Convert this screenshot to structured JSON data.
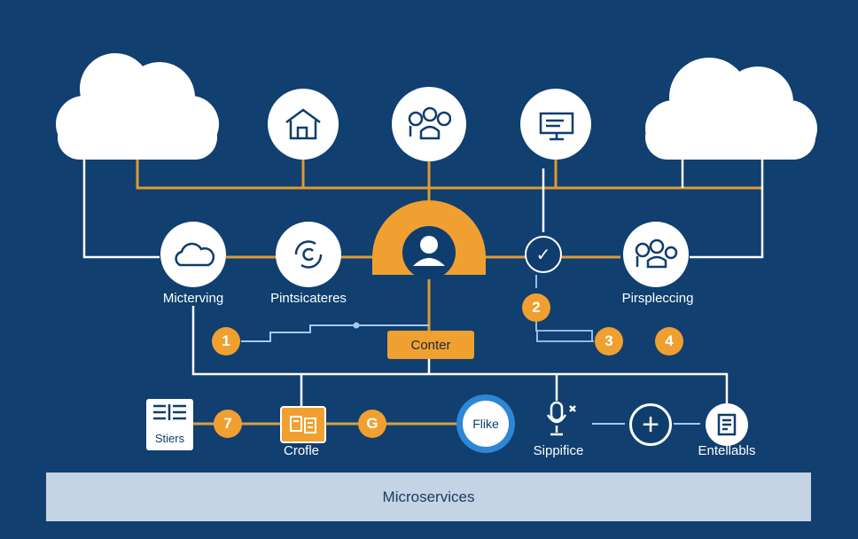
{
  "labels": {
    "micterving": "Micterving",
    "pintsicateres": "Pintsicateres",
    "pirspleccing": "Pirspleccing",
    "conter": "Conter",
    "stiers": "Stiers",
    "crofle": "Crofle",
    "flike": "Flike",
    "sippifice": "Sippifice",
    "entellabls": "Entellabls",
    "microservices": "Microservices"
  },
  "badges": [
    "1",
    "2",
    "3",
    "4",
    "7",
    "G"
  ],
  "colors": {
    "background": "#103f70",
    "accent": "#f0a030",
    "bar": "#c5d4e4"
  }
}
